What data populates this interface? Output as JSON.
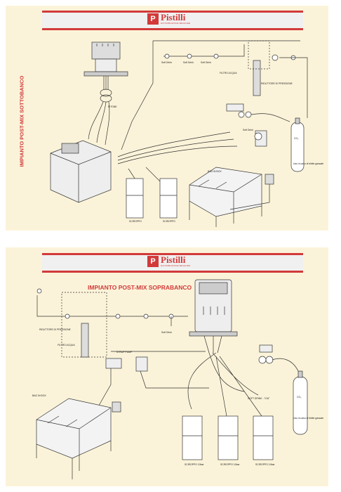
{
  "brand": {
    "name": "Pistilli",
    "tagline": "DISTRIBUZIONE BEVANDE",
    "accent": "#d23a3a",
    "background": "#fbf3d9"
  },
  "panel_top": {
    "title": "IMPIANTO POST-MIX SOTTOBANCO",
    "labels": {
      "pitone": "PITONE",
      "filtro_acqua": "FILTRO ACQUA",
      "riduttore": "RIDUTTORE DI PRESSIONE",
      "soft_drink_1": "Soft Drink",
      "soft_drink_2": "Soft Drink",
      "soft_drink_3": "Soft Drink",
      "soft_drink_4": "Soft Drink",
      "bag_in_box": "BAG IN BOX",
      "co2": "CO₂",
      "sciroppo_1": "SCIROPPO",
      "sciroppo_2": "SCIROPPO",
      "uso": "Uso in caso di bibite gassate"
    }
  },
  "panel_bottom": {
    "title": "IMPIANTO POST-MIX SOPRABANCO",
    "labels": {
      "riduttore": "RIDUTTORE DI PRESSIONE",
      "filtro_acqua": "FILTRO ACQUA",
      "soft_drink": "Soft Drink",
      "syrup_pump": "SYRUP PUMP",
      "soft_drink_size": "SOFT DRINK - 7/16\"",
      "bag_in_box": "BAG IN BOX",
      "co2": "CO₂",
      "sciroppo_1": "SCIROPPO 10bar",
      "sciroppo_2": "SCIROPPO 10bar",
      "sciroppo_3": "SCIROPPO 10bar",
      "uso": "Uso in caso di bibite gassate"
    }
  }
}
